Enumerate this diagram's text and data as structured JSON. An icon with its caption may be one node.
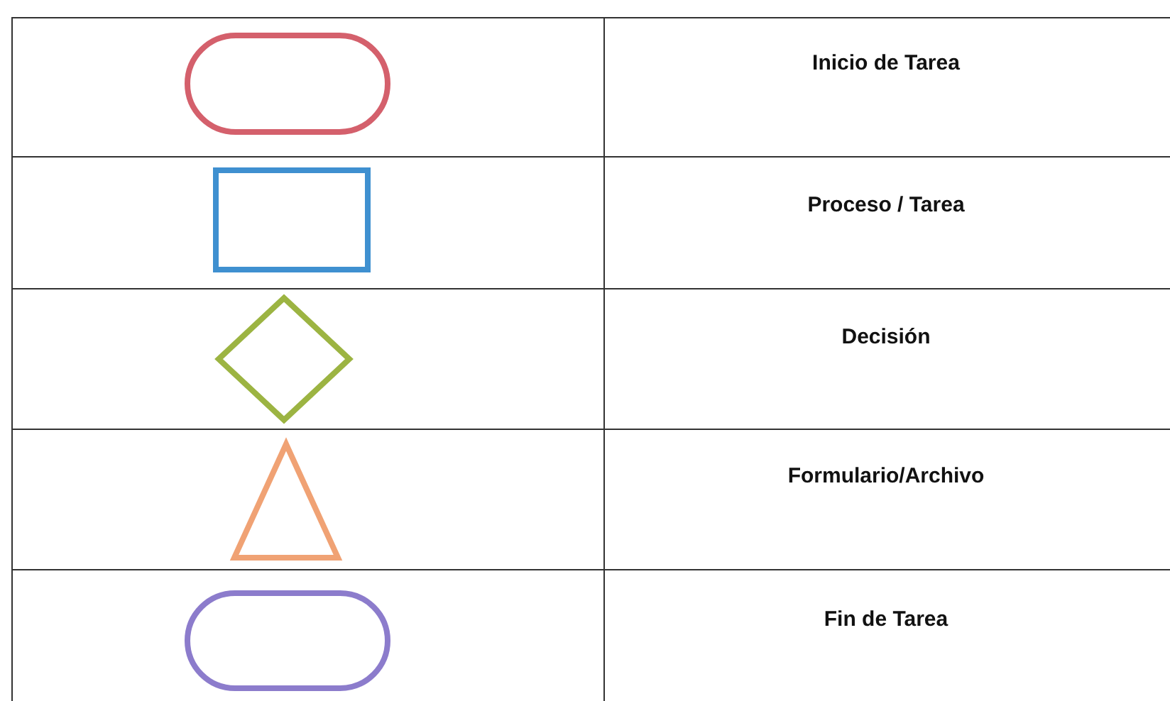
{
  "diagram": {
    "nodes": [
      {
        "text": [],
        "shape": "stadium"
      },
      {
        "text": [],
        "shape": "box"
      },
      {
        "text": [],
        "shape": "diamond"
      },
      {
        "text": [],
        "shape": "triangle"
      },
      {
        "text": [],
        "shape": "stadium"
      }
    ],
    "labels": [
      "Inicio de Tarea",
      "Proceso / Tarea",
      "Decisión",
      "Formulario/Archivo",
      "Fin de Tarea"
    ]
  }
}
